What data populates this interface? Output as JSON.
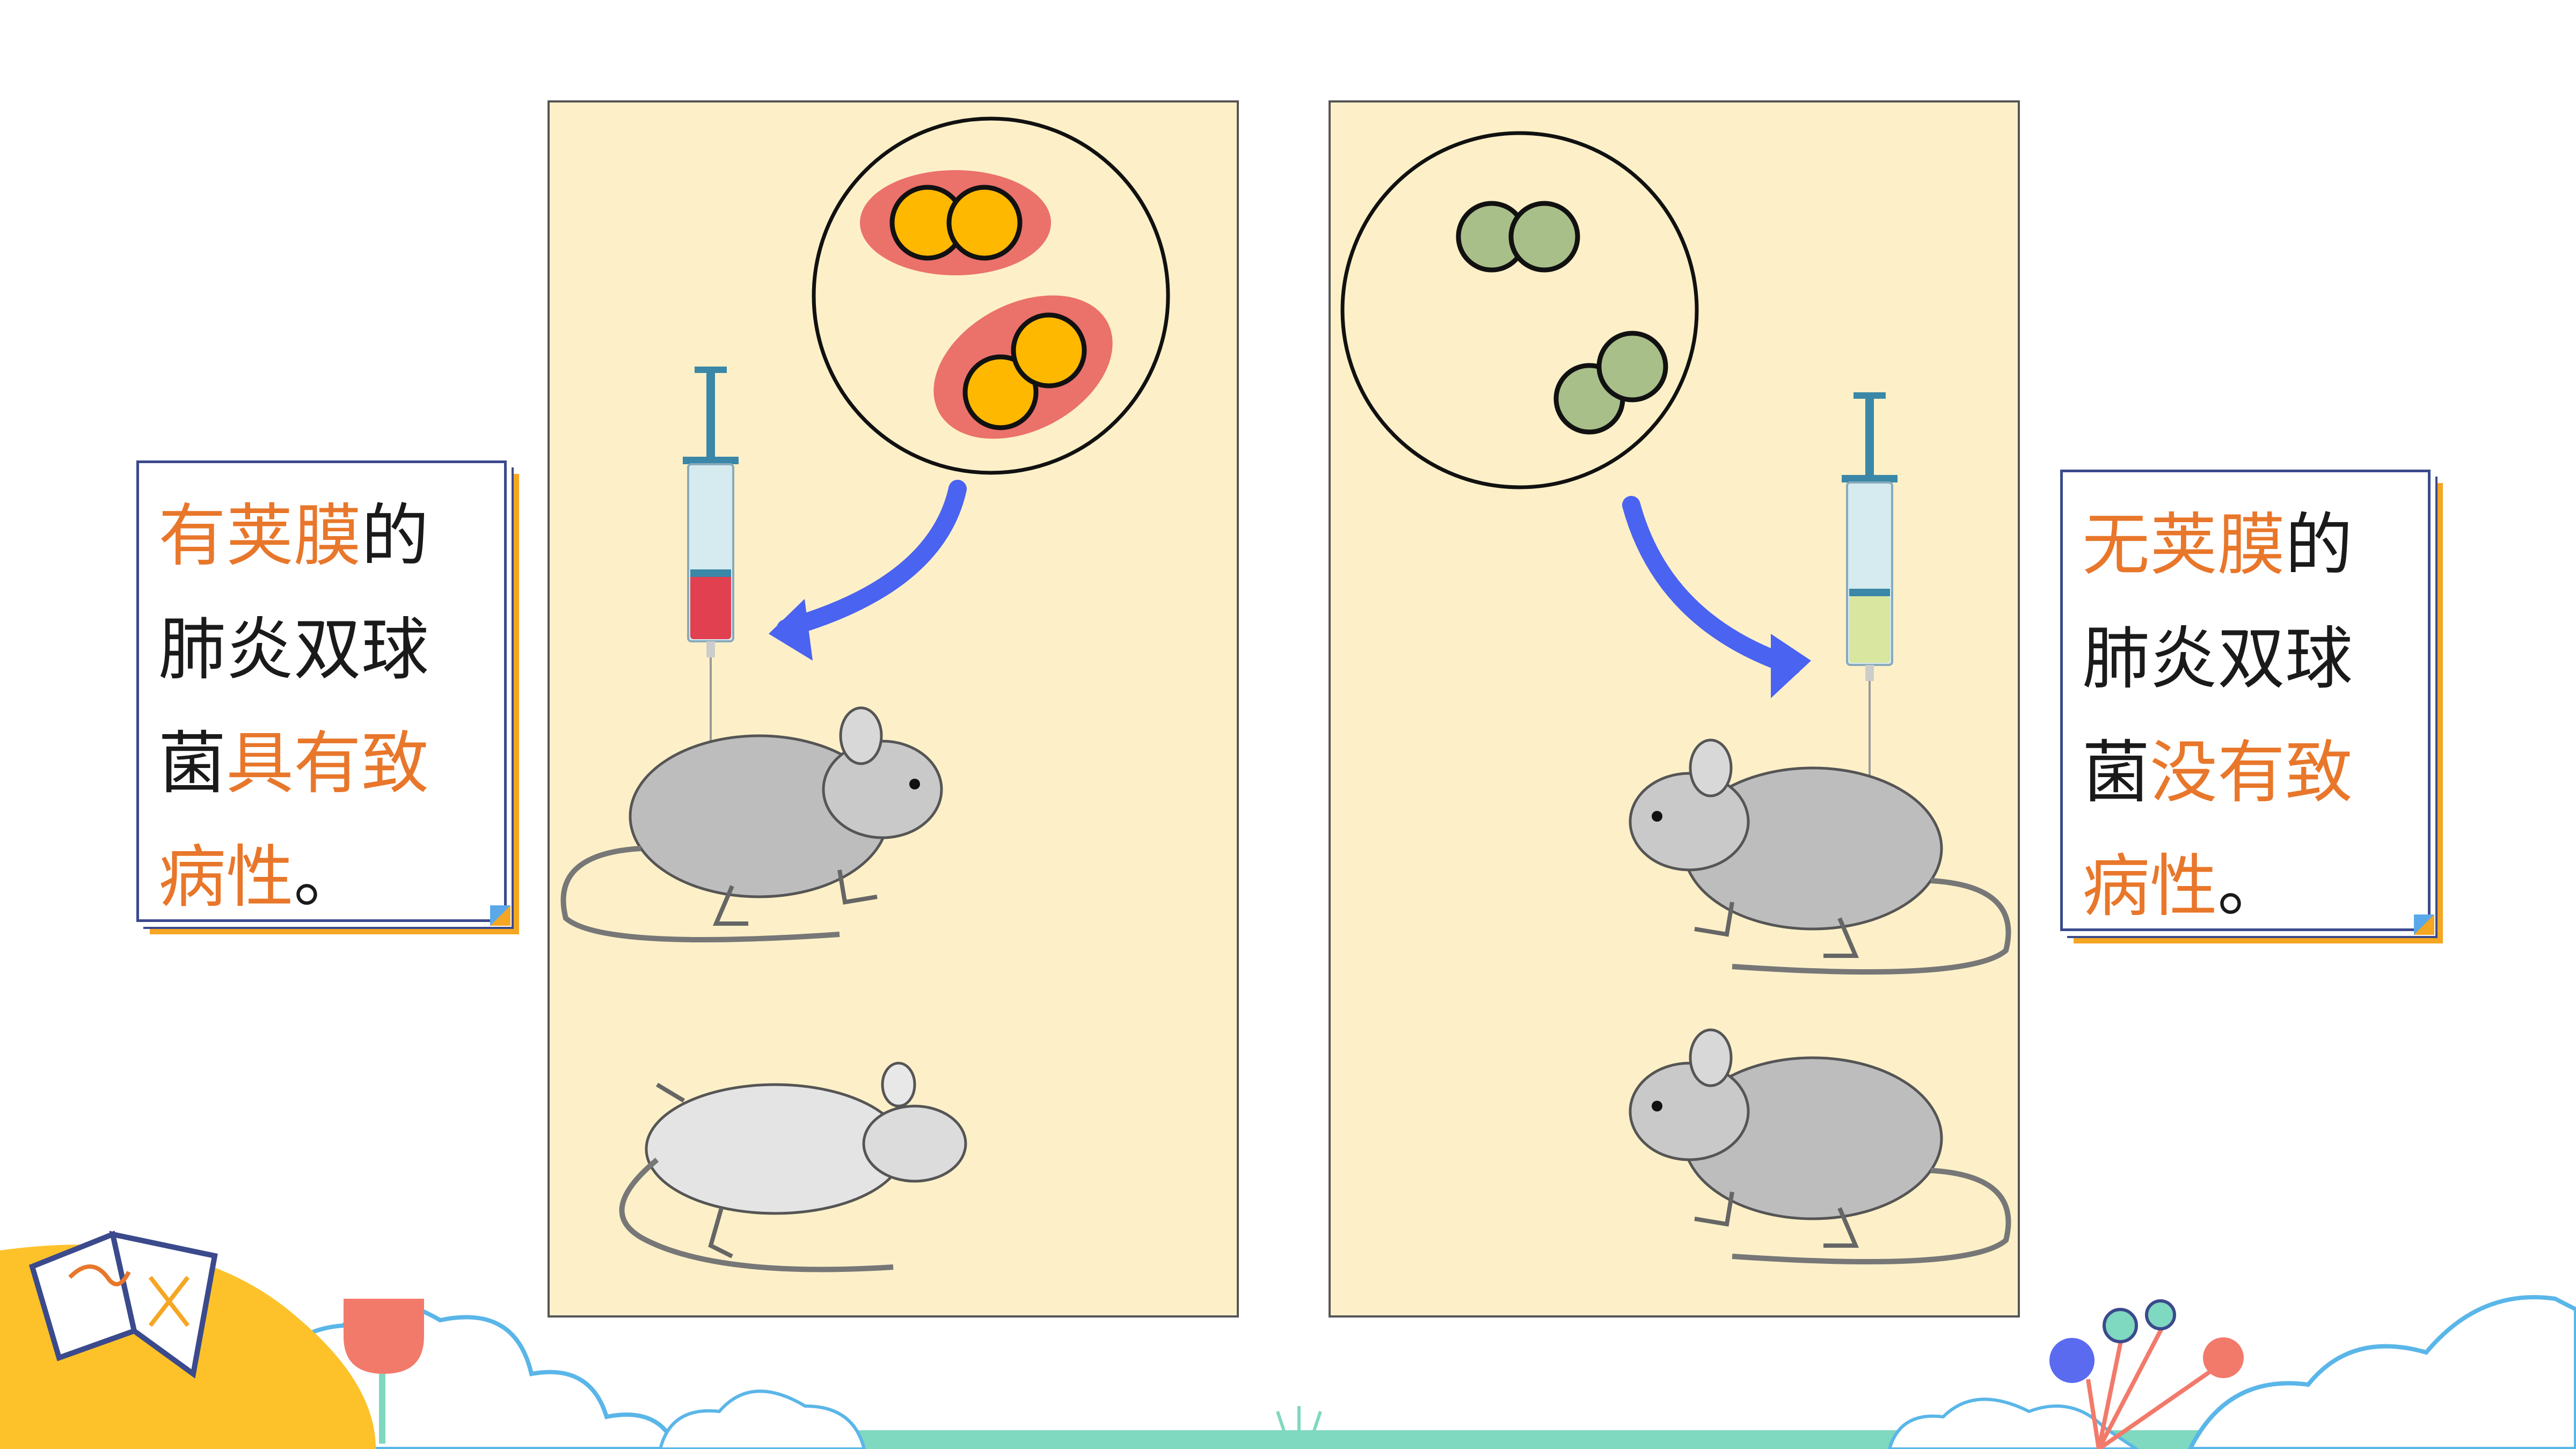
{
  "left_note": {
    "lines": [
      {
        "highlight": "有荚膜",
        "normal": "的"
      },
      {
        "highlight": "",
        "normal": "肺炎双球"
      },
      {
        "normal_prefix": "菌",
        "highlight": "具有致"
      },
      {
        "highlight": "病性",
        "normal": "。"
      }
    ]
  },
  "right_note": {
    "lines": [
      {
        "highlight": "无荚膜",
        "normal": "的"
      },
      {
        "highlight": "",
        "normal": "肺炎双球"
      },
      {
        "normal_prefix": "菌",
        "highlight": "没有致"
      },
      {
        "highlight": "病性",
        "normal": "。"
      }
    ]
  },
  "colors": {
    "highlight": "#e8772b",
    "panel_bg": "#fdf0c8",
    "capsule": "#e85a5a",
    "coccus_capsulated": "#ffb800",
    "coccus_plain": "#a9bf8a",
    "arrow": "#4a63f0",
    "syringe_blood": "#e04050",
    "syringe_liquid": "#d8e6a0"
  }
}
